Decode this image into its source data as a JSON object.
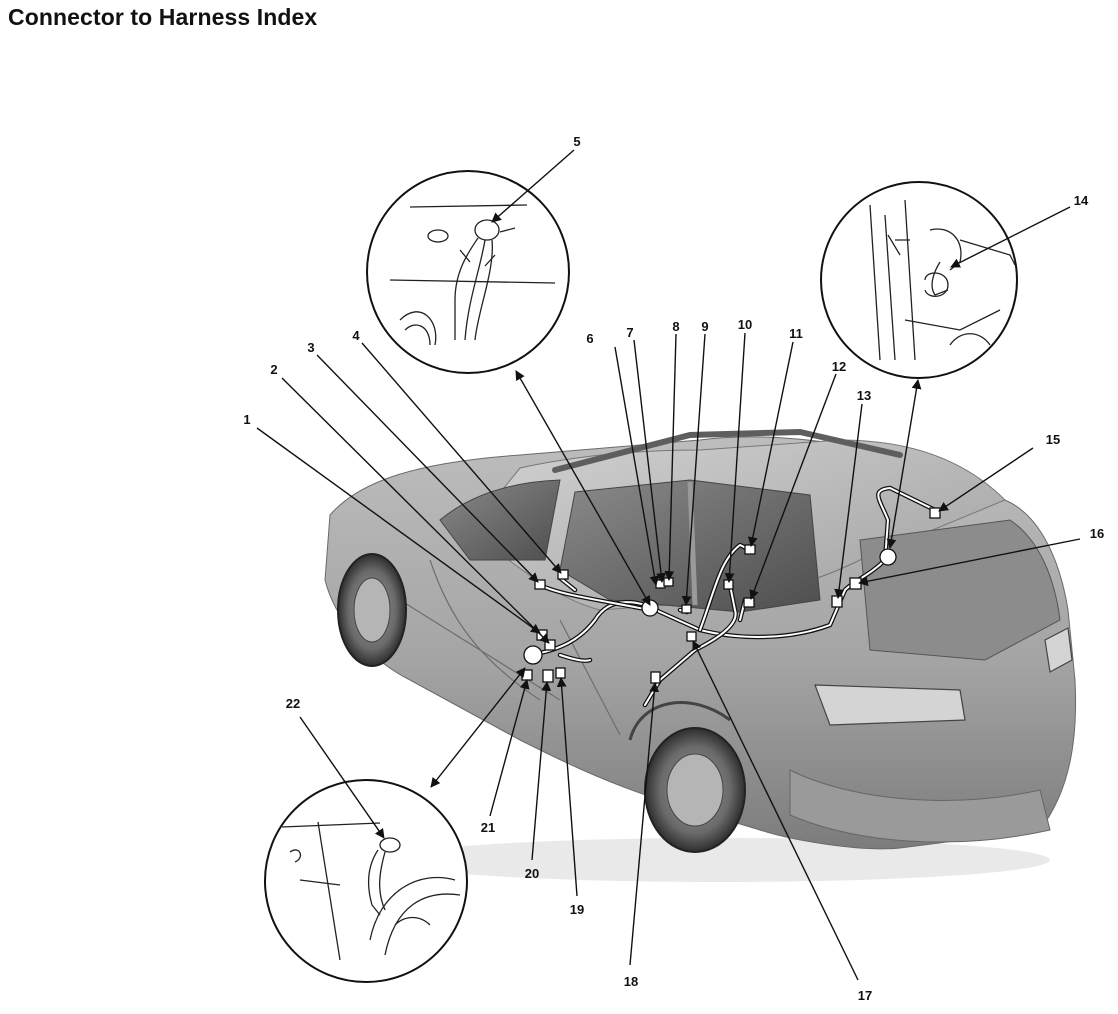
{
  "title": "Connector to Harness Index",
  "callouts": [
    "1",
    "2",
    "3",
    "4",
    "5",
    "6",
    "7",
    "8",
    "9",
    "10",
    "11",
    "12",
    "13",
    "14",
    "15",
    "16",
    "17",
    "18",
    "19",
    "20",
    "21",
    "22"
  ],
  "colors": {
    "text": "#111111",
    "car_body": "#a9a9a9",
    "car_shadow": "#7f7f7f",
    "glass": "#5a5a5a",
    "background": "#ffffff"
  }
}
